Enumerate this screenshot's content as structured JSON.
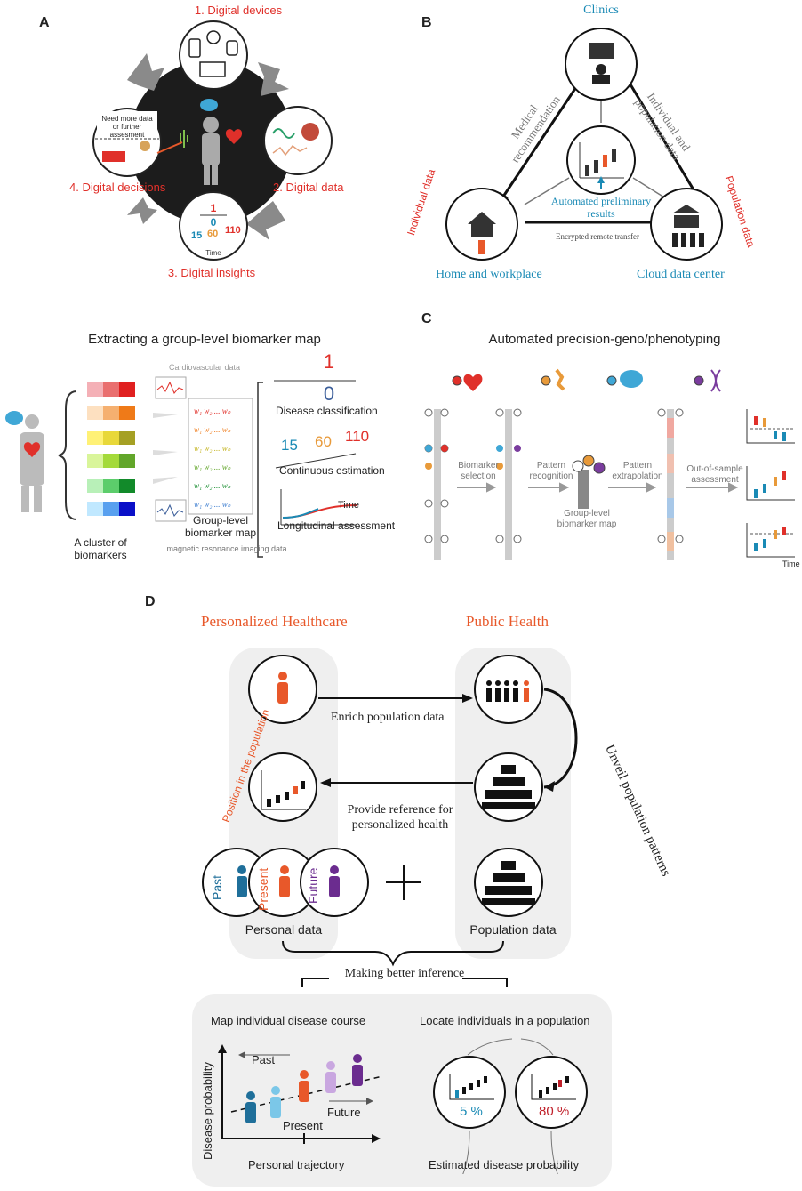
{
  "panel_a": {
    "label": "A",
    "step1": "1. Digital devices",
    "step2": "2. Digital data",
    "step3": "3. Digital insights",
    "step4": "4. Digital decisions",
    "note": "Need more data or further assesment",
    "insight_top1": "1",
    "insight_top2": "0",
    "insight_vals": [
      "15",
      "60",
      "110"
    ],
    "time": "Time"
  },
  "panel_b": {
    "label": "B",
    "clinics": "Clinics",
    "medical_rec": "Medical recommendation",
    "indiv_pop": "Individual and population data",
    "individual_data": "Individual data",
    "population_data": "Population data",
    "automated": "Automated preliminary results",
    "encrypted": "Encrypted remote transfer",
    "home": "Home and workplace",
    "cloud": "Cloud data center"
  },
  "panel_map": {
    "title": "Extracting a group-level biomarker map",
    "cardio": "Cardiovascular data",
    "mri": "magnetic resonance imaging data",
    "cluster": "A cluster of biomarkers",
    "group_map": "Group-level biomarker map",
    "weights": [
      "w₁ w₂ ... wₙ",
      "w₁ w₂ ... wₙ",
      "w₁ w₂ ... wₙ",
      "w₁ w₂ ... wₙ",
      "w₁ w₂ ... wₙ",
      "w₁ w₂ ... wₙ"
    ],
    "class_1": "1",
    "class_0": "0",
    "disease_class": "Disease classification",
    "cont_vals": [
      "15",
      "60",
      "110"
    ],
    "cont_est": "Continuous estimation",
    "time": "Time",
    "longitudinal": "Longitudinal assessment"
  },
  "panel_c": {
    "label": "C",
    "title": "Automated precision-geno/phenotyping",
    "biomarker_selection": "Biomarker selection",
    "pattern_recognition": "Pattern recognition",
    "pattern_extrapolation": "Pattern extrapolation",
    "out_of_sample": "Out-of-sample assessment",
    "group_map": "Group-level biomarker map",
    "time": "Time"
  },
  "panel_d": {
    "label": "D",
    "personalized": "Personalized Healthcare",
    "public": "Public Health",
    "enrich": "Enrich population data",
    "unveil": "Unveil population patterns",
    "position": "Position in the population",
    "provide": "Provide reference for personalized health",
    "past": "Past",
    "present": "Present",
    "future": "Future",
    "personal_data": "Personal data",
    "population_data": "Population data",
    "plus": "+",
    "making": "Making better inference",
    "map_course": "Map individual disease course",
    "locate": "Locate individuals in a population",
    "disease_prob": "Disease probability",
    "past2": "Past",
    "future2": "Future",
    "present2": "Present",
    "trajectory": "Personal trajectory",
    "pct_low": "5 %",
    "pct_high": "80 %",
    "estimated": "Estimated disease probability"
  },
  "colors": {
    "accent_red": "#e0302a",
    "accent_blue": "#1a8ab5",
    "orange": "#e8582a",
    "purple": "#6b2c8f",
    "teal": "#1f6f9a"
  }
}
